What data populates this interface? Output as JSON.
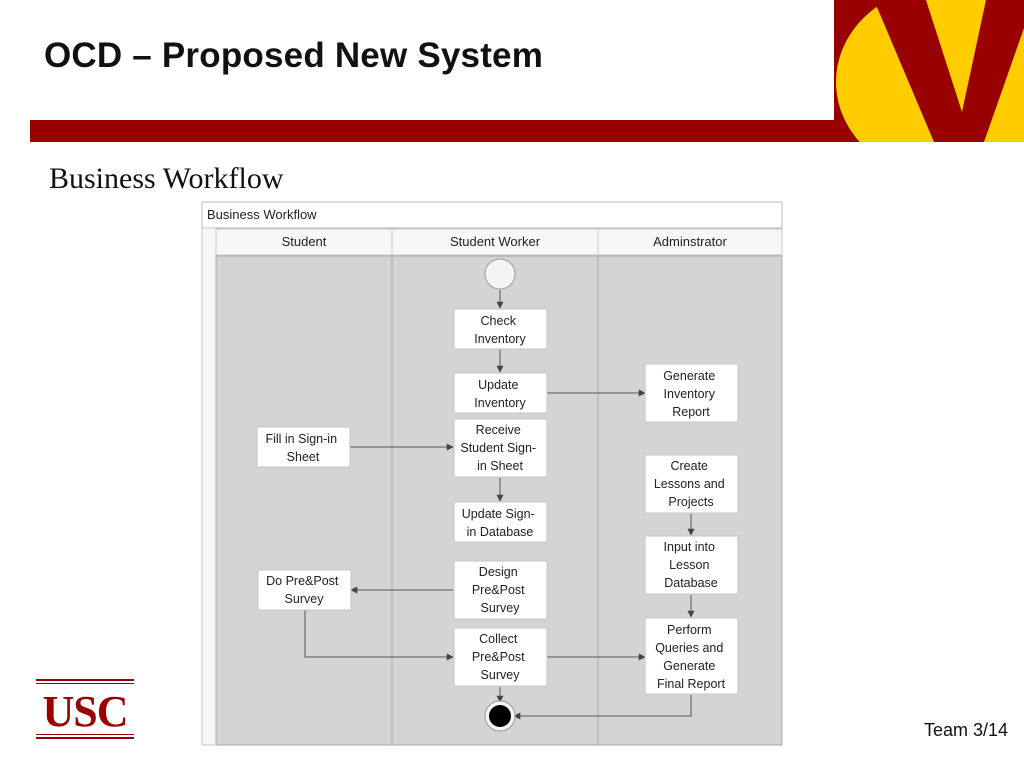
{
  "slide": {
    "title": "OCD – Proposed New System",
    "subtitle": "Business Workflow",
    "footer": "Team 3/14",
    "brand_color": "#990000",
    "accent_color": "#FFCC00"
  },
  "logos": {
    "usc": "USC"
  },
  "diagram": {
    "title": "Business Workflow",
    "lanes": [
      "Student",
      "Student Worker",
      "Adminstrator"
    ],
    "nodes": {
      "check_inventory": [
        "Check",
        "Inventory"
      ],
      "update_inventory": [
        "Update",
        "Inventory"
      ],
      "generate_report": [
        "Generate",
        "Inventory",
        "Report"
      ],
      "receive_sign_in": [
        "Receive",
        "Student Sign-",
        "in Sheet"
      ],
      "fill_sign_in": [
        "Fill in Sign-in",
        "Sheet"
      ],
      "create_lessons": [
        "Create",
        "Lessons and",
        "Projects"
      ],
      "update_sign_in_db": [
        "Update Sign-",
        "in Database"
      ],
      "input_lesson_db": [
        "Input into",
        "Lesson",
        "Database"
      ],
      "design_survey": [
        "Design",
        "Pre&Post",
        "Survey"
      ],
      "do_survey": [
        "Do Pre&Post",
        "Survey"
      ],
      "collect_survey": [
        "Collect",
        "Pre&Post",
        "Survey"
      ],
      "perform_queries": [
        "Perform",
        "Queries and",
        "Generate",
        "Final Report"
      ]
    }
  }
}
